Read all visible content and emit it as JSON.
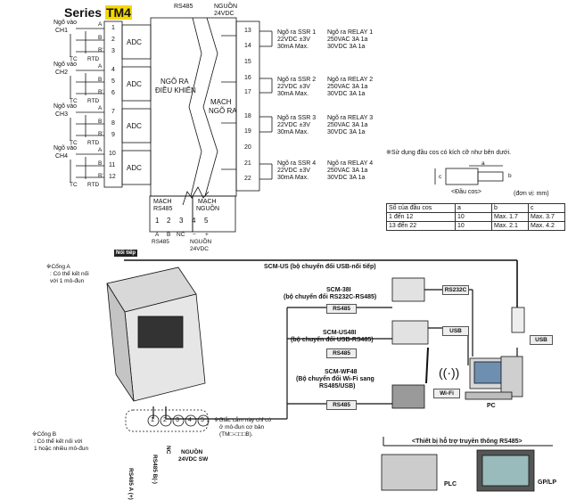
{
  "title": {
    "prefix": "Series",
    "model": "TM4"
  },
  "top": {
    "rs485": "RS485",
    "nguon": "NGUỒN",
    "nguon_v": "24VDC"
  },
  "inputs": [
    {
      "l1": "Ngõ vào",
      "l2": "CH1",
      "a": "A",
      "b": "B",
      "b2": "B'",
      "tc": "TC",
      "rtd": "RTD"
    },
    {
      "l1": "Ngõ vào",
      "l2": "CH2",
      "a": "A",
      "b": "B",
      "b2": "B'",
      "tc": "TC",
      "rtd": "RTD"
    },
    {
      "l1": "Ngõ vào",
      "l2": "CH3",
      "a": "A",
      "b": "B",
      "b2": "B'",
      "tc": "TC",
      "rtd": "RTD"
    },
    {
      "l1": "Ngõ vào",
      "l2": "CH4",
      "a": "A",
      "b": "B",
      "b2": "B'",
      "tc": "TC",
      "rtd": "RTD"
    }
  ],
  "left_terminals": [
    "1",
    "2",
    "3",
    "4",
    "5",
    "6",
    "7",
    "8",
    "9",
    "10",
    "11",
    "12"
  ],
  "right_terminals": [
    "13",
    "14",
    "15",
    "16",
    "17",
    "18",
    "19",
    "20",
    "21",
    "22"
  ],
  "adc": "ADC",
  "control": {
    "l1": "NGÕ RA",
    "l2": "ĐIỀU KHIỂN"
  },
  "output_circuit": {
    "l1": "MẠCH",
    "l2": "NGÕ RA"
  },
  "rs485_circuit": {
    "l1": "MẠCH",
    "l2": "RS485"
  },
  "power_circuit": {
    "l1": "MẠCH",
    "l2": "NGUỒN"
  },
  "bottom_terms": [
    "1",
    "2",
    "3",
    "4",
    "5"
  ],
  "bottom_labels": {
    "a": "A",
    "b": "B",
    "nc": "NC",
    "minus": "−",
    "plus": "+",
    "rs485": "RS485",
    "nguon": "NGUỒN",
    "v": "24VDC"
  },
  "outputs": [
    {
      "ssr": "Ngõ ra SSR 1",
      "ssr_v": "22VDC ±3V",
      "ssr_ma": "30mA Max.",
      "relay": "Ngõ ra RELAY 1",
      "r1": "250VAC 3A 1a",
      "r2": "30VDC 3A 1a"
    },
    {
      "ssr": "Ngõ ra SSR 2",
      "ssr_v": "22VDC ±3V",
      "ssr_ma": "30mA Max.",
      "relay": "Ngõ ra RELAY 2",
      "r1": "250VAC 3A 1a",
      "r2": "30VDC 3A 1a"
    },
    {
      "ssr": "Ngõ ra SSR 3",
      "ssr_v": "22VDC ±3V",
      "ssr_ma": "30mA Max.",
      "relay": "Ngõ ra RELAY 3",
      "r1": "250VAC 3A 1a",
      "r2": "30VDC 3A 1a"
    },
    {
      "ssr": "Ngõ ra SSR 4",
      "ssr_v": "22VDC ±3V",
      "ssr_ma": "30mA Max.",
      "relay": "Ngõ ra RELAY 4",
      "r1": "250VAC 3A 1a",
      "r2": "30VDC 3A 1a"
    }
  ],
  "terminal_note": "※Sử dụng đầu cos có kích cỡ như bên dưới.",
  "cos": {
    "label": "<Đầu cos>",
    "unit": "(đơn vị: mm)",
    "a": "a",
    "b": "b",
    "c": "c",
    "header": [
      "Số của đầu cos",
      "a",
      "b",
      "c"
    ],
    "rows": [
      [
        "1 đến 12",
        "10",
        "Max. 1.7",
        "Max. 3.7"
      ],
      [
        "13 đến 22",
        "10",
        "Max. 2.1",
        "Max. 4.2"
      ]
    ]
  },
  "noi_tiep": "Nối tiếp",
  "scm_us": "SCM-US (bộ chuyển đổi USB-nối tiếp)",
  "port_a": {
    "l1": "※Cổng A",
    "l2": ": Có thể kết nối",
    "l3": "với 1 mô-đun"
  },
  "port_b": {
    "l1": "※Cổng B",
    "l2": ": Có thể kết nối với",
    "l3": "1 hoặc nhiều mô-đun"
  },
  "converters": [
    {
      "name": "SCM-38I",
      "desc": "(bộ chuyển đổi RS232C-RS485)",
      "tag_left": "RS485",
      "tag_right": "RS232C"
    },
    {
      "name": "SCM-US48I",
      "desc": "(bộ chuyển đổi USB-RS485)",
      "tag_left": "RS485",
      "tag_right": "USB"
    },
    {
      "name": "SCM-WF48",
      "desc1": "(Bộ chuyển đổi Wi-Fi sang",
      "desc2": "RS485/USB)",
      "tag_left": "RS485",
      "tag_right": "Wi-Fi"
    }
  ],
  "usb_tag": "USB",
  "pc": "PC",
  "plug_note": {
    "l1": "※Giắc cắm này chỉ có",
    "l2": "ở mô-đun cơ bản",
    "l3": "(TM□-□□□B)."
  },
  "module_terms": [
    "1",
    "2",
    "3",
    "4",
    "5"
  ],
  "module_labels": {
    "a": "RS485 A (+)",
    "b": "RS485 B(-)",
    "nc": "NC",
    "nguon": "NGUỒN",
    "v": "24VDC SW"
  },
  "rs485_devices": "<Thiết bị hỗ trợ truyền thông RS485>",
  "plc": "PLC",
  "gp": "GP/LP"
}
